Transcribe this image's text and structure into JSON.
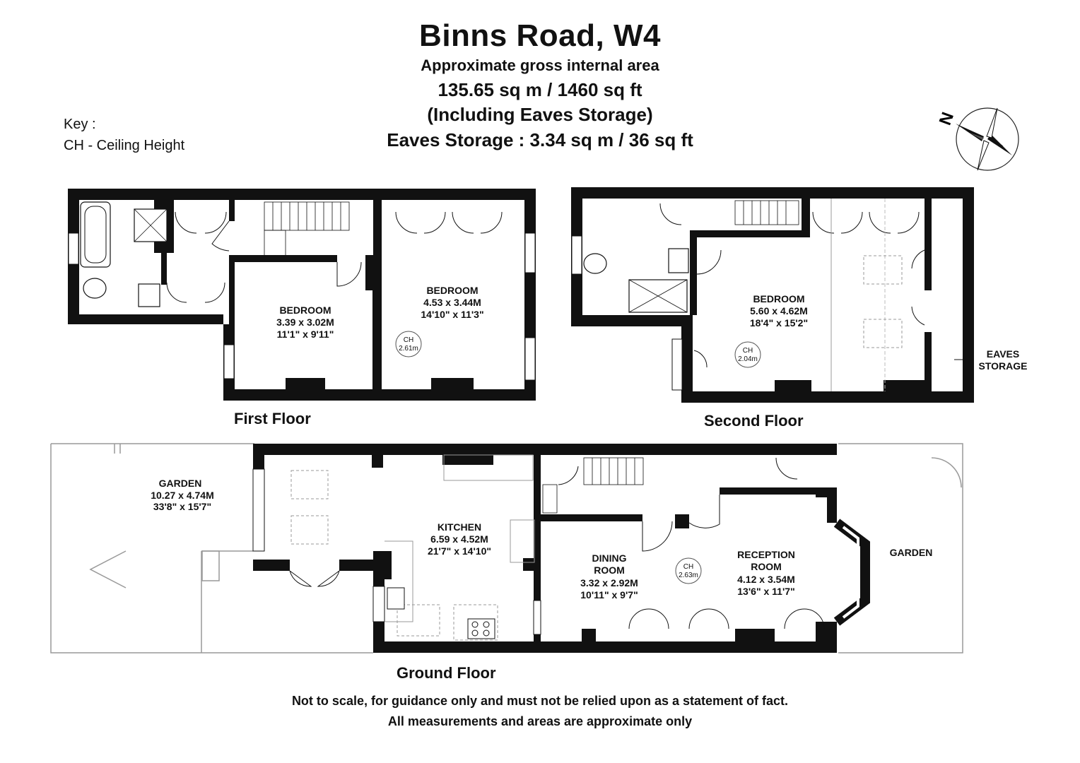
{
  "header": {
    "title": "Binns Road, W4",
    "line1": "Approximate gross internal area",
    "line2": "135.65 sq m /  1460 sq ft",
    "line3": "(Including Eaves Storage)",
    "line4": "Eaves Storage : 3.34 sq m /  36 sq ft"
  },
  "key": {
    "title": "Key :",
    "ch": "CH - Ceiling Height"
  },
  "compass": {
    "label": "N"
  },
  "floors": {
    "first": "First Floor",
    "second": "Second Floor",
    "ground": "Ground Floor"
  },
  "rooms": {
    "first_bedroom_a": {
      "name": "BEDROOM",
      "metric": "3.39 x 3.02M",
      "imperial": "11'1\" x 9'11\""
    },
    "first_bedroom_b": {
      "name": "BEDROOM",
      "metric": "4.53 x 3.44M",
      "imperial": "14'10\" x 11'3\""
    },
    "second_bedroom": {
      "name": "BEDROOM",
      "metric": "5.60 x 4.62M",
      "imperial": "18'4\" x 15'2\""
    },
    "eaves": {
      "line1": "EAVES",
      "line2": "STORAGE"
    },
    "garden_rear": {
      "name": "GARDEN",
      "metric": "10.27 x 4.74M",
      "imperial": "33'8\" x 15'7\""
    },
    "kitchen": {
      "name": "KITCHEN",
      "metric": "6.59 x 4.52M",
      "imperial": "21'7\" x 14'10\""
    },
    "dining": {
      "name1": "DINING",
      "name2": "ROOM",
      "metric": "3.32 x 2.92M",
      "imperial": "10'11\" x 9'7\""
    },
    "reception": {
      "name": "RECEPTION",
      "name2": "ROOM",
      "metric": "4.12 x 3.54M",
      "imperial": "13'6\" x 11'7\""
    },
    "garden_front": {
      "name": "GARDEN"
    }
  },
  "ceiling_heights": {
    "label": "CH",
    "first": "2.61m",
    "second": "2.04m",
    "ground": "2.63m"
  },
  "footer": {
    "line1": "Not to scale, for guidance only and must not be relied upon as a statement of fact.",
    "line2": "All measurements and areas are approximate only"
  }
}
